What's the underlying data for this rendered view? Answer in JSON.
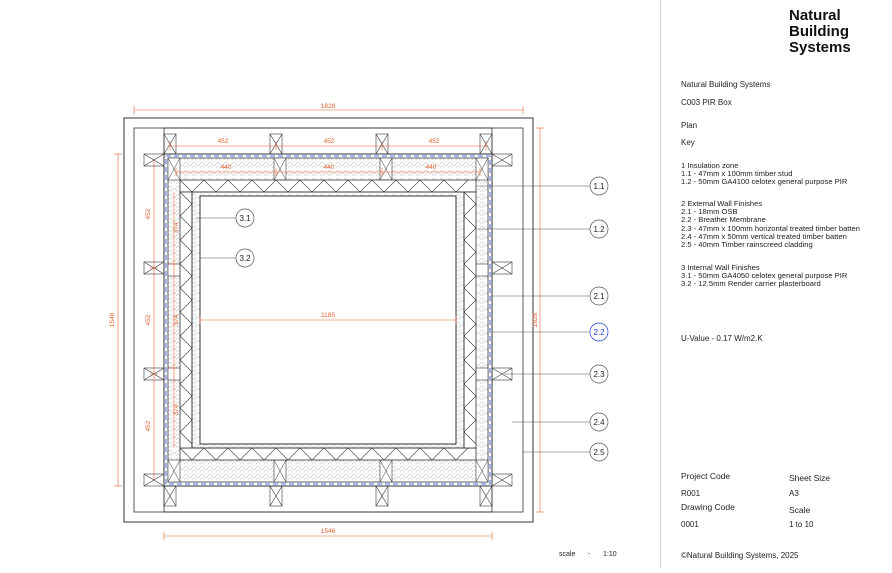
{
  "logo": {
    "line1": "Natural",
    "line2": "Building",
    "line3": "Systems"
  },
  "header": {
    "company": "Natural Building Systems",
    "drawing_title": "C003 PIR Box",
    "view": "Plan",
    "key_label": "Key"
  },
  "key": [
    {
      "group": "1 Insulation zone",
      "items": [
        "1.1 - 47mm x 100mm timber stud",
        "1.2 -  50mm GA4100 celotex general purpose PIR"
      ]
    },
    {
      "group": "2 External Wall Finishes",
      "items": [
        "2.1 - 18mm OSB",
        "2.2 - Breather Membrane",
        "2.3 - 47mm x 100mm horizontal treated timber batten",
        "2.4 - 47mm x 50mm vertical treated timber batten",
        "2.5 - 40mm Timber rainscreed cladding"
      ]
    },
    {
      "group": "3 Internal Wall Finishes",
      "items": [
        "3.1 - 50mm GA4050 celotex general purpose PIR",
        "3.2 - 12.5mm Render carrier plasterboard"
      ]
    }
  ],
  "u_value": "U-Value -  0.17  W/m2.K",
  "titleblock": {
    "project_code_label": "Project Code",
    "project_code": "R001",
    "sheet_size_label": "Sheet Size",
    "sheet_size": "A3",
    "drawing_code_label": "Drawing Code",
    "drawing_code": "0001",
    "scale_label": "Scale",
    "scale": "1 to 10"
  },
  "copyright": "©Natural Building Systems, 2025",
  "drawing_scale": {
    "label": "scale",
    "sep": "-",
    "value": "1:10"
  },
  "dimensions": {
    "top_overall": "1828",
    "top_seg1": "452",
    "top_seg2": "452",
    "top_seg3": "452",
    "inner_seg1": "440",
    "inner_seg2": "440",
    "inner_seg3": "440",
    "left_overall": "1546",
    "left_seg1": "452",
    "left_seg2": "452",
    "left_seg3": "452",
    "left_inner1": "374",
    "left_inner2": "374",
    "left_inner3": "374",
    "right_overall": "1828",
    "bottom_overall": "1546",
    "interior_width": "1185"
  },
  "callouts": {
    "c11": "1.1",
    "c12": "1.2",
    "c21": "2.1",
    "c22": "2.2",
    "c23": "2.3",
    "c24": "2.4",
    "c25": "2.5",
    "c31": "3.1",
    "c32": "3.2"
  },
  "colors": {
    "dimension": "#e8602c",
    "membrane": "#1e3fd6",
    "line": "#222222",
    "insulation": "#bdbdbd"
  }
}
